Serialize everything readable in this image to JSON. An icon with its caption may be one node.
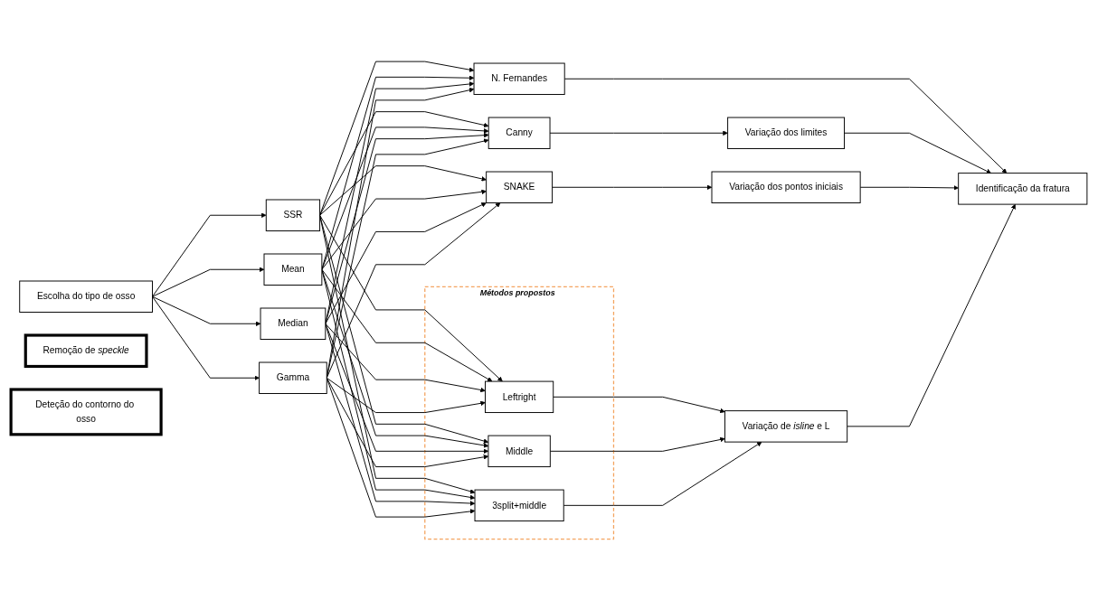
{
  "diagram": {
    "nodes": [
      {
        "text": [
          "Escolha do tipo de osso"
        ]
      },
      {
        "text": [
          "Remoção de *speckle*"
        ]
      },
      {
        "text": [
          "Deteção do contorno do osso"
        ]
      },
      {
        "text": [
          "SSR"
        ]
      },
      {
        "text": [
          "Mean"
        ]
      },
      {
        "text": [
          "Median"
        ]
      },
      {
        "text": [
          "Gamma"
        ]
      },
      {
        "text": [
          "Canny"
        ]
      },
      {
        "text": [
          "SNAKE"
        ]
      },
      {
        "text": [
          "N. Fernandes"
        ]
      },
      {
        "text": [
          "Métodos propostos"
        ]
      },
      {
        "text": [
          "Leftright"
        ],
        "in": 10
      },
      {
        "text": [
          "Middle"
        ],
        "in": 10
      },
      {
        "text": [
          "3split+middle"
        ],
        "in": 10
      },
      {
        "text": [
          "Variação dos limites"
        ]
      },
      {
        "text": [
          "Variação dos pontos iniciais"
        ]
      },
      {
        "text": [
          "Variação de *isline* e L"
        ]
      },
      {
        "text": [
          "Identificação da fratura"
        ]
      }
    ],
    "edges": [
      {
        "from": 0,
        "to": 3,
        "arrow": "to"
      },
      {
        "from": 0,
        "to": 4,
        "arrow": "to"
      },
      {
        "from": 0,
        "to": 5,
        "arrow": "to"
      },
      {
        "from": 0,
        "to": 6,
        "arrow": "to"
      },
      {
        "from": 3,
        "to": 7,
        "arrow": "to"
      },
      {
        "from": 3,
        "to": 8,
        "arrow": "to"
      },
      {
        "from": 3,
        "to": 9,
        "arrow": "to"
      },
      {
        "from": 3,
        "to": 11,
        "arrow": "to"
      },
      {
        "from": 3,
        "to": 12,
        "arrow": "to"
      },
      {
        "from": 3,
        "to": 13,
        "arrow": "to"
      },
      {
        "from": 4,
        "to": 7,
        "arrow": "to"
      },
      {
        "from": 4,
        "to": 8,
        "arrow": "to"
      },
      {
        "from": 4,
        "to": 9,
        "arrow": "to"
      },
      {
        "from": 4,
        "to": 11,
        "arrow": "to"
      },
      {
        "from": 4,
        "to": 12,
        "arrow": "to"
      },
      {
        "from": 4,
        "to": 13,
        "arrow": "to"
      },
      {
        "from": 5,
        "to": 7,
        "arrow": "to"
      },
      {
        "from": 5,
        "to": 8,
        "arrow": "to"
      },
      {
        "from": 5,
        "to": 9,
        "arrow": "to"
      },
      {
        "from": 5,
        "to": 11,
        "arrow": "to"
      },
      {
        "from": 5,
        "to": 12,
        "arrow": "to"
      },
      {
        "from": 5,
        "to": 13,
        "arrow": "to"
      },
      {
        "from": 6,
        "to": 7,
        "arrow": "to"
      },
      {
        "from": 6,
        "to": 8,
        "arrow": "to"
      },
      {
        "from": 6,
        "to": 9,
        "arrow": "to"
      },
      {
        "from": 6,
        "to": 11,
        "arrow": "to"
      },
      {
        "from": 6,
        "to": 12,
        "arrow": "to"
      },
      {
        "from": 6,
        "to": 13,
        "arrow": "to"
      },
      {
        "from": 7,
        "to": 14,
        "arrow": "to"
      },
      {
        "from": 8,
        "to": 15,
        "arrow": "to"
      },
      {
        "from": 9,
        "to": 17,
        "arrow": "to"
      },
      {
        "from": 11,
        "to": 16,
        "arrow": "to"
      },
      {
        "from": 12,
        "to": 16,
        "arrow": "to"
      },
      {
        "from": 13,
        "to": 16,
        "arrow": "to"
      },
      {
        "from": 14,
        "to": 17,
        "arrow": "to"
      },
      {
        "from": 15,
        "to": 17,
        "arrow": "to"
      },
      {
        "from": 16,
        "to": 17,
        "arrow": "to"
      }
    ]
  }
}
